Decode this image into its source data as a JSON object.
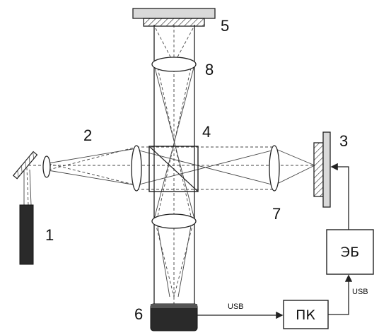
{
  "labels": {
    "laser": "1",
    "beam_expander": "2",
    "modulator": "3",
    "beam_splitter": "4",
    "reference_mirror": "5",
    "camera": "6",
    "lens_right": "7",
    "lens_top": "8"
  },
  "boxes": {
    "pc": "ПК",
    "control_unit": "ЭБ"
  },
  "connections": {
    "camera_to_pc": "USB",
    "pc_to_unit": "USB"
  }
}
